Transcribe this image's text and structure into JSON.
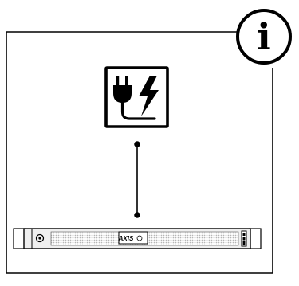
{
  "info_badge": {
    "glyph": "i",
    "icon": "info-icon"
  },
  "power_icon": {
    "icon": "power-plug-lightning-icon"
  },
  "server": {
    "brand_label": "AXIS",
    "icons": [
      "power-button-icon",
      "axis-logo-badge",
      "drive-bay-handle-icon"
    ]
  },
  "colors": {
    "stroke": "#000000",
    "background": "#ffffff",
    "vent_pattern": "#b5b5b5",
    "panel_fill": "#efefef"
  }
}
